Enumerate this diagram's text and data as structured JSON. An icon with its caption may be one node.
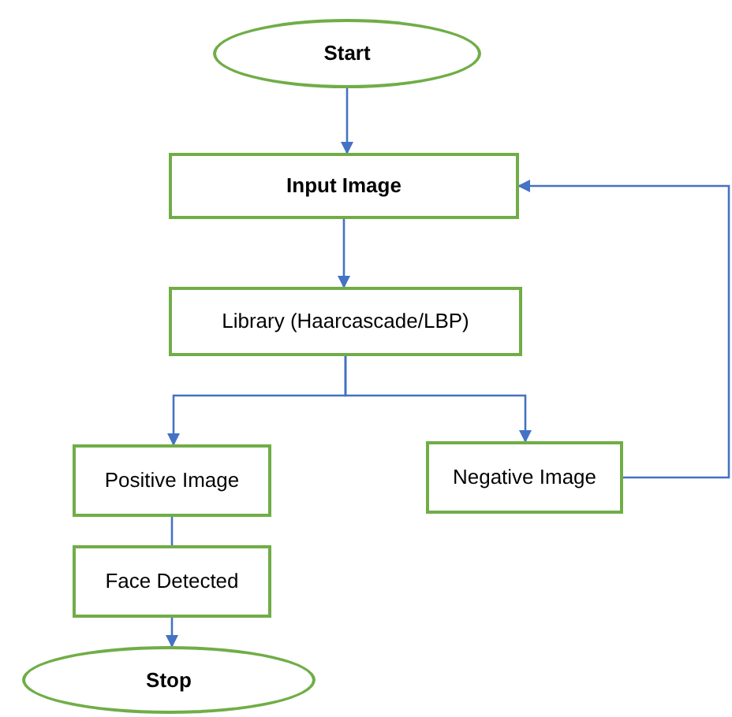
{
  "diagram": {
    "nodes": [
      {
        "text": [
          "Start"
        ]
      },
      {
        "text": [
          "Input Image"
        ]
      },
      {
        "text": [
          "Library (Haarcascade/LBP)"
        ]
      },
      {
        "text": [
          "Positive Image"
        ]
      },
      {
        "text": [
          "Negative Image"
        ]
      },
      {
        "text": [
          "Face Detected"
        ]
      },
      {
        "text": [
          "Stop"
        ]
      }
    ],
    "edges": [
      {
        "from": 0,
        "to": 1,
        "arrow": "to"
      },
      {
        "from": 1,
        "to": 2,
        "arrow": "to"
      },
      {
        "from": 2,
        "to": 3,
        "arrow": "to"
      },
      {
        "from": 2,
        "to": 4,
        "arrow": "to"
      },
      {
        "from": 3,
        "to": 5,
        "arrow": "none"
      },
      {
        "from": 5,
        "to": 6,
        "arrow": "to"
      },
      {
        "from": 4,
        "to": 1,
        "arrow": "to"
      }
    ]
  }
}
